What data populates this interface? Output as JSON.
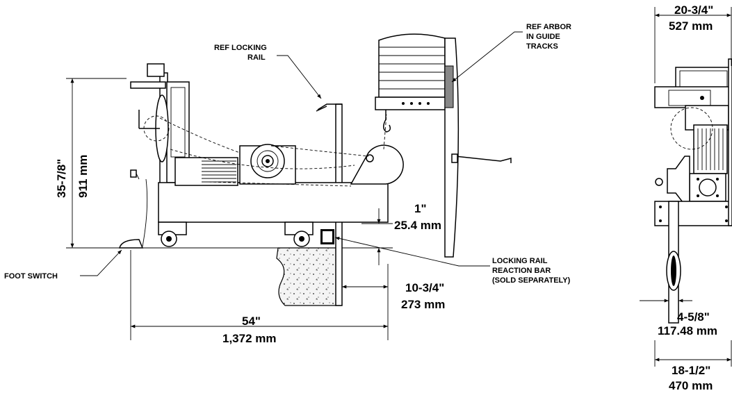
{
  "callouts": {
    "ref_locking_rail": [
      "REF LOCKING",
      "RAIL"
    ],
    "ref_arbor": [
      "REF ARBOR",
      "IN GUIDE",
      "TRACKS"
    ],
    "foot_switch": [
      "FOOT SWITCH"
    ],
    "reaction_bar": [
      "LOCKING RAIL",
      "REACTION BAR",
      "(SOLD SEPARATELY)"
    ]
  },
  "dimensions": {
    "height": {
      "imperial": "35-7/8\"",
      "metric": "911 mm"
    },
    "gap": {
      "imperial": "1\"",
      "metric": "25.4 mm"
    },
    "offset": {
      "imperial": "10-3/4\"",
      "metric": "273 mm"
    },
    "length": {
      "imperial": "54\"",
      "metric": "1,372 mm"
    },
    "side_width_top": {
      "imperial": "20-3/4\"",
      "metric": "527 mm"
    },
    "side_offset": {
      "imperial": "4-5/8\"",
      "metric": "117.48 mm"
    },
    "side_width_bottom": {
      "imperial": "18-1/2\"",
      "metric": "470 mm"
    }
  }
}
